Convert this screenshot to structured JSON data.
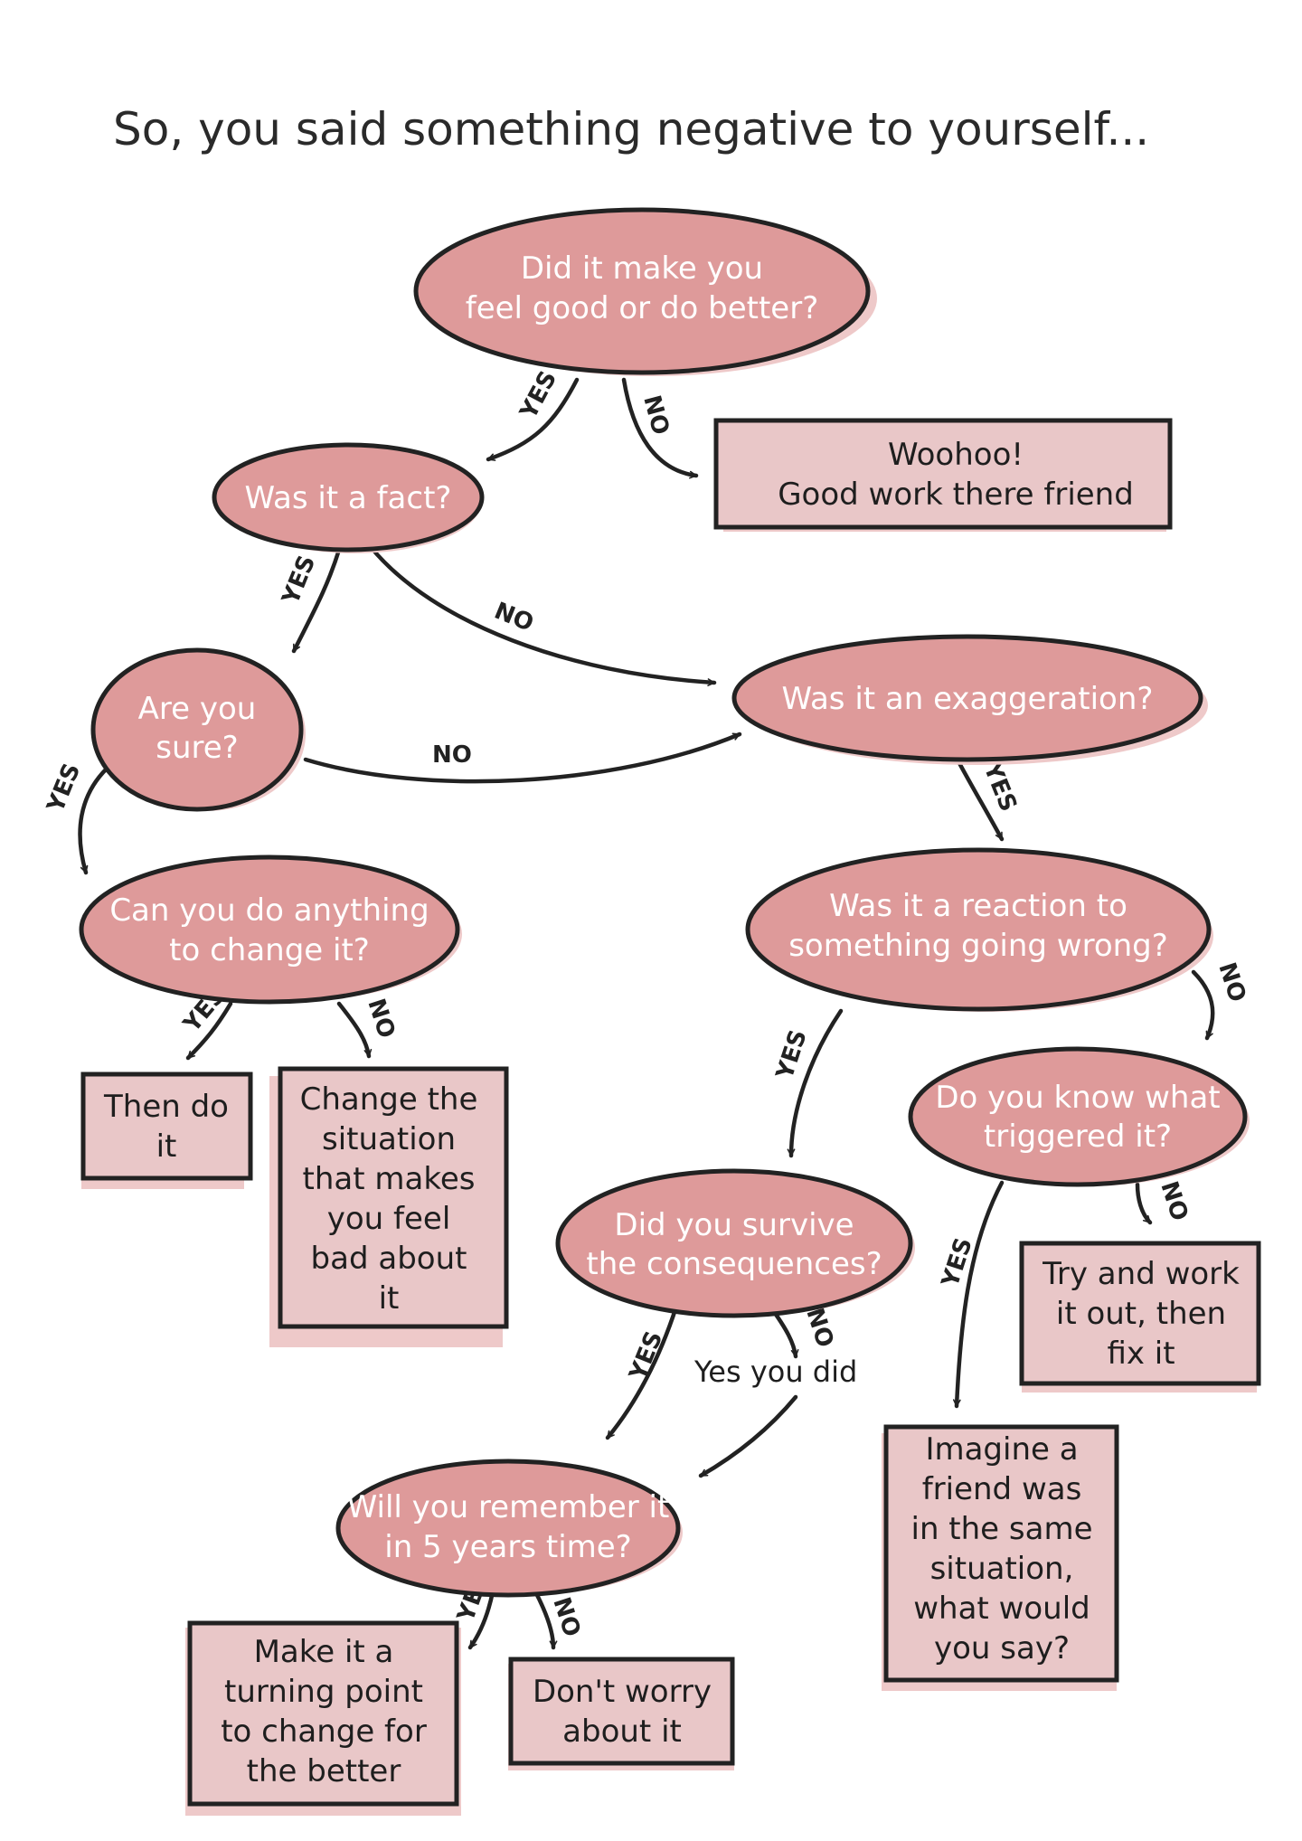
{
  "title": "So, you said something negative to yourself...",
  "colors": {
    "question_fill": "#de9a9a",
    "answer_fill": "#e9c7c8",
    "outline": "#222222",
    "question_text": "#ffffff"
  },
  "nodes": {
    "q_feel_good": {
      "lines": [
        "Did it make you",
        "feel good or do better?"
      ]
    },
    "r_woohoo": {
      "lines": [
        "Woohoo!",
        "Good work there friend"
      ]
    },
    "q_fact": {
      "lines": [
        "Was it a fact?"
      ]
    },
    "q_exaggeration": {
      "lines": [
        "Was it an exaggeration?"
      ]
    },
    "q_sure": {
      "lines": [
        "Are you",
        "sure?"
      ]
    },
    "q_change": {
      "lines": [
        "Can you do anything",
        "to change it?"
      ]
    },
    "r_do_it": {
      "lines": [
        "Then do",
        "it"
      ]
    },
    "r_change_situation": {
      "lines": [
        "Change the",
        "situation",
        "that makes",
        "you feel",
        "bad about",
        "it"
      ]
    },
    "q_reaction": {
      "lines": [
        "Was it a reaction to",
        "something going wrong?"
      ]
    },
    "q_triggered": {
      "lines": [
        "Do you know what",
        "triggered it?"
      ]
    },
    "q_survive": {
      "lines": [
        "Did you survive",
        "the consequences?"
      ]
    },
    "r_work_out": {
      "lines": [
        "Try and work",
        "it out, then",
        "fix it"
      ]
    },
    "r_imagine": {
      "lines": [
        "Imagine a",
        "friend was",
        "in the same",
        "situation,",
        "what would",
        "you say?"
      ]
    },
    "q_remember": {
      "lines": [
        "Will you remember it",
        "in 5 years time?"
      ]
    },
    "r_turning_point": {
      "lines": [
        "Make it a",
        "turning point",
        "to change for",
        "the better"
      ]
    },
    "r_dont_worry": {
      "lines": [
        "Don't worry",
        "about it"
      ]
    }
  },
  "notes": {
    "yes_you_did": "Yes you did"
  },
  "edges": {
    "feel_good_yes": "YES",
    "feel_good_no": "NO",
    "fact_yes": "YES",
    "fact_no": "NO",
    "sure_yes": "YES",
    "sure_no": "NO",
    "change_yes": "YES",
    "change_no": "NO",
    "exaggeration_yes": "YES",
    "reaction_yes": "YES",
    "reaction_no": "NO",
    "triggered_yes": "YES",
    "triggered_no": "NO",
    "survive_yes": "YES",
    "survive_no": "NO",
    "remember_yes": "YES",
    "remember_no": "NO"
  }
}
